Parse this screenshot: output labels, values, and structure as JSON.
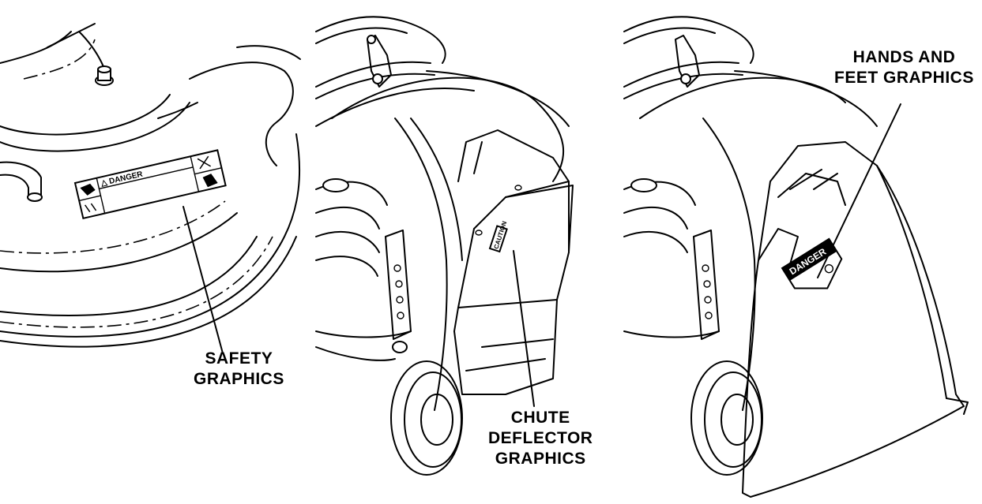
{
  "panels": [
    {
      "id": "panel-1",
      "callout": [
        "SAFETY",
        "GRAPHICS"
      ],
      "decal_text": "DANGER"
    },
    {
      "id": "panel-2",
      "callout": [
        "CHUTE",
        "DEFLECTOR",
        "GRAPHICS"
      ],
      "decal_text": "CAUTION"
    },
    {
      "id": "panel-3",
      "callout": [
        "HANDS AND",
        "FEET GRAPHICS"
      ],
      "decal_text": "DANGER"
    }
  ],
  "colors": {
    "ink": "#000000",
    "paper": "#ffffff"
  }
}
